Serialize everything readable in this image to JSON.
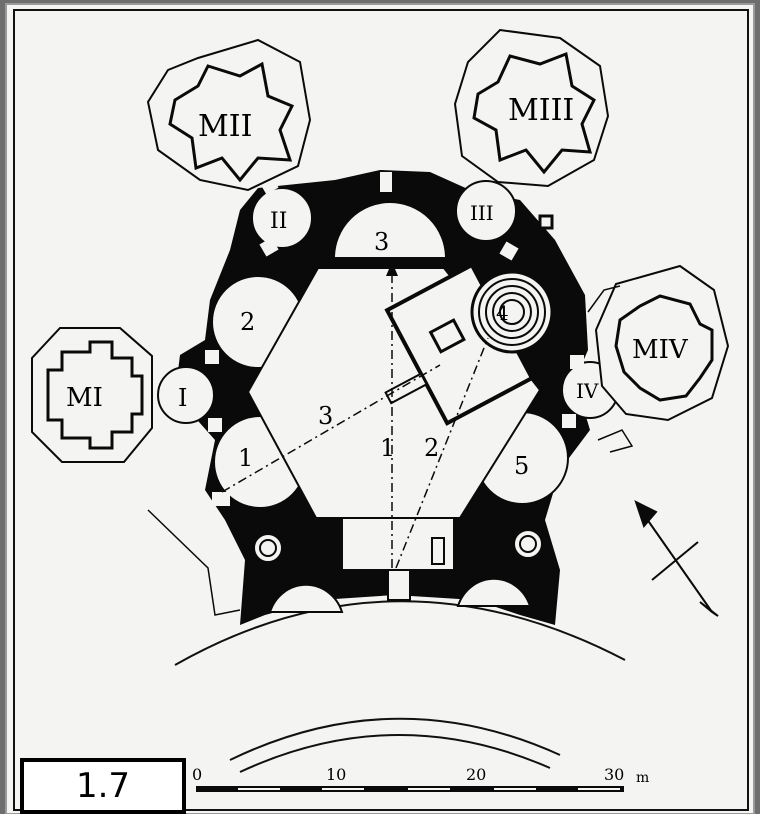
{
  "figure": {
    "label": "1.7"
  },
  "chapels": {
    "m1": "MI",
    "m2": "MII",
    "m3": "MIII",
    "m4": "MIV"
  },
  "small_rooms": {
    "r1": "I",
    "r2": "II",
    "r3": "III",
    "r4": "IV"
  },
  "apses": {
    "a1": "1",
    "a2": "2",
    "a3": "3",
    "a4": "4",
    "a5": "5"
  },
  "axes": {
    "axis1": "1",
    "axis2": "2",
    "axis3": "3"
  },
  "scale": {
    "ticks": [
      "0",
      "10",
      "20",
      "30"
    ],
    "unit": "m"
  }
}
